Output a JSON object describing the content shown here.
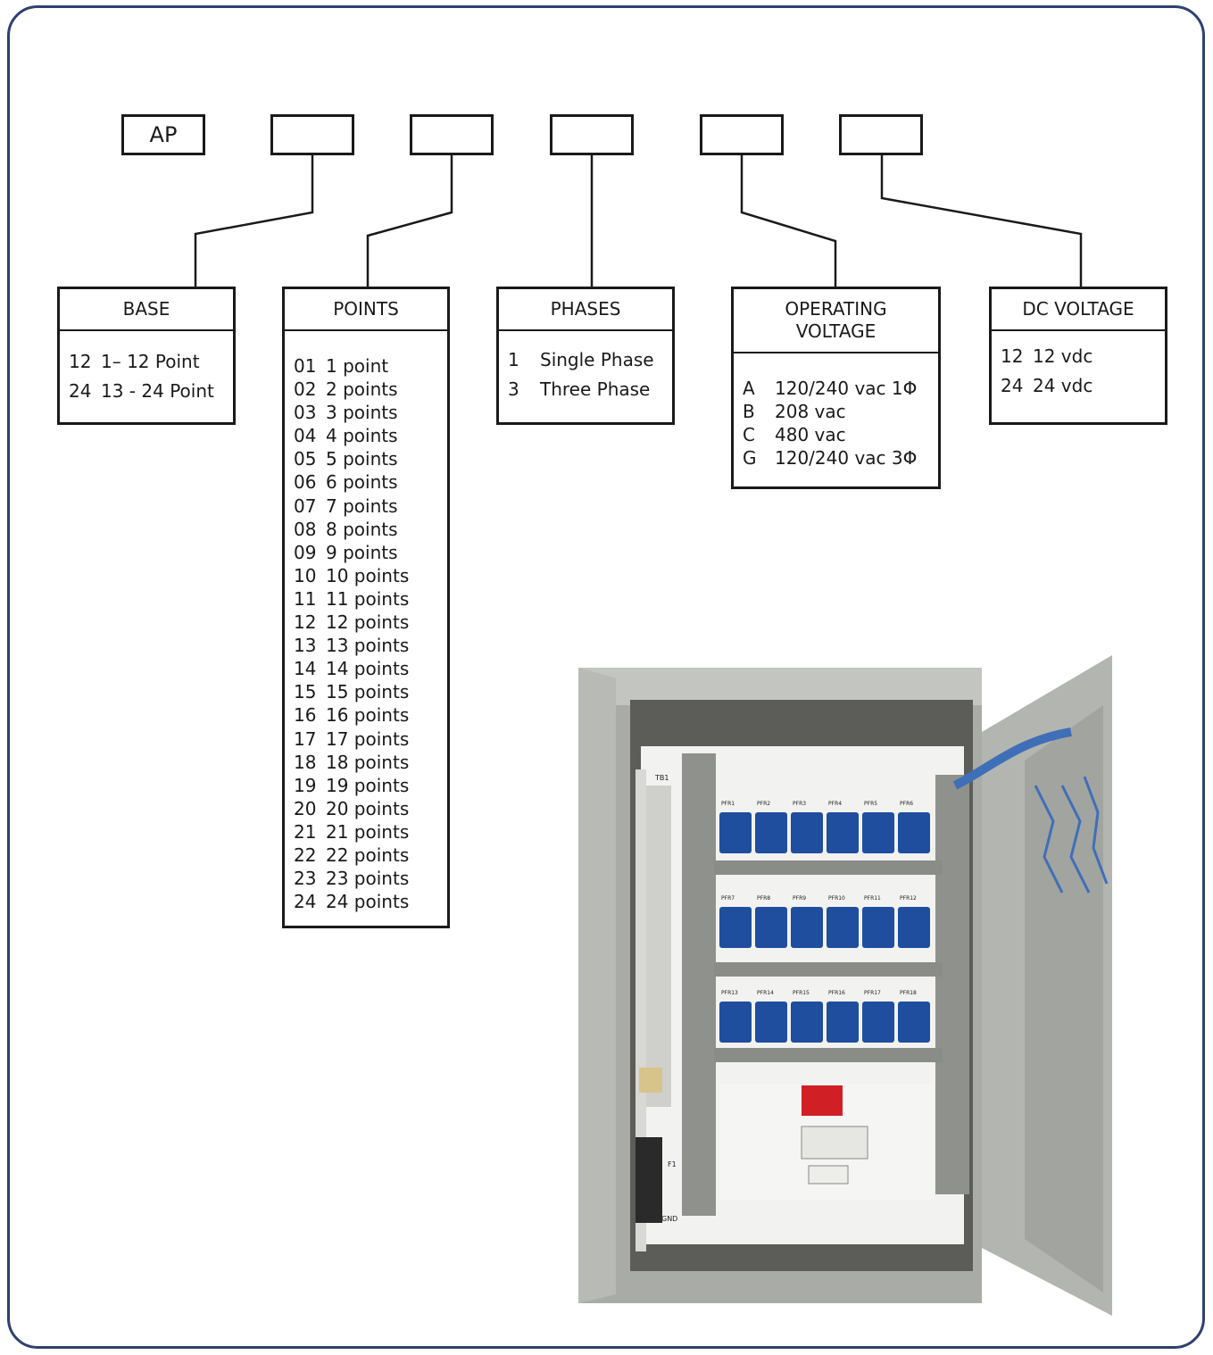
{
  "model_boxes": [
    {
      "value": "AP"
    },
    {
      "value": ""
    },
    {
      "value": ""
    },
    {
      "value": ""
    },
    {
      "value": ""
    },
    {
      "value": ""
    }
  ],
  "base": {
    "title": "BASE",
    "options": [
      {
        "code": "12",
        "label": "1– 12 Point"
      },
      {
        "code": "24",
        "label": "13 - 24 Point"
      }
    ]
  },
  "points": {
    "title": "POINTS",
    "options": [
      {
        "code": "01",
        "label": "1 point"
      },
      {
        "code": "02",
        "label": "2 points"
      },
      {
        "code": "03",
        "label": "3 points"
      },
      {
        "code": "04",
        "label": "4 points"
      },
      {
        "code": "05",
        "label": "5 points"
      },
      {
        "code": "06",
        "label": "6 points"
      },
      {
        "code": "07",
        "label": "7 points"
      },
      {
        "code": "08",
        "label": "8 points"
      },
      {
        "code": "09",
        "label": "9 points"
      },
      {
        "code": "10",
        "label": "10 points"
      },
      {
        "code": "11",
        "label": "11 points"
      },
      {
        "code": "12",
        "label": "12 points"
      },
      {
        "code": "13",
        "label": "13 points"
      },
      {
        "code": "14",
        "label": "14 points"
      },
      {
        "code": "15",
        "label": "15 points"
      },
      {
        "code": "16",
        "label": "16 points"
      },
      {
        "code": "17",
        "label": "17 points"
      },
      {
        "code": "18",
        "label": "18 points"
      },
      {
        "code": "19",
        "label": "19 points"
      },
      {
        "code": "20",
        "label": "20 points"
      },
      {
        "code": "21",
        "label": "21 points"
      },
      {
        "code": "22",
        "label": "22 points"
      },
      {
        "code": "23",
        "label": "23 points"
      },
      {
        "code": "24",
        "label": "24 points"
      }
    ]
  },
  "phases": {
    "title": "PHASES",
    "options": [
      {
        "code": "1",
        "label": "Single Phase"
      },
      {
        "code": "3",
        "label": "Three Phase"
      }
    ]
  },
  "operating_voltage": {
    "title_line1": "OPERATING",
    "title_line2": "VOLTAGE",
    "options": [
      {
        "code": "A",
        "label": "120/240 vac 1Φ"
      },
      {
        "code": "B",
        "label": "208 vac"
      },
      {
        "code": "C",
        "label": "480 vac"
      },
      {
        "code": "G",
        "label": "120/240 vac 3Φ"
      }
    ]
  },
  "dc_voltage": {
    "title": "DC VOLTAGE",
    "options": [
      {
        "code": "12",
        "label": "12 vdc"
      },
      {
        "code": "24",
        "label": "24 vdc"
      }
    ]
  },
  "panel_photo": {
    "labels": {
      "tb1": "TB1",
      "row1": [
        "PFR1",
        "PFR2",
        "PFR3",
        "PFR4",
        "PFR5",
        "PFR6"
      ],
      "row2": [
        "PFR7",
        "PFR8",
        "PFR9",
        "PFR10",
        "PFR11",
        "PFR12"
      ],
      "row3": [
        "PFR13",
        "PFR14",
        "PFR15",
        "PFR16",
        "PFR17",
        "PFR18"
      ],
      "f1": "F1",
      "gnd": "GND"
    },
    "colors": {
      "enclosure": "#a9aca6",
      "backplate": "#f2f2f0",
      "relay": "#1f4e9e",
      "warning": "#d11f26"
    }
  }
}
